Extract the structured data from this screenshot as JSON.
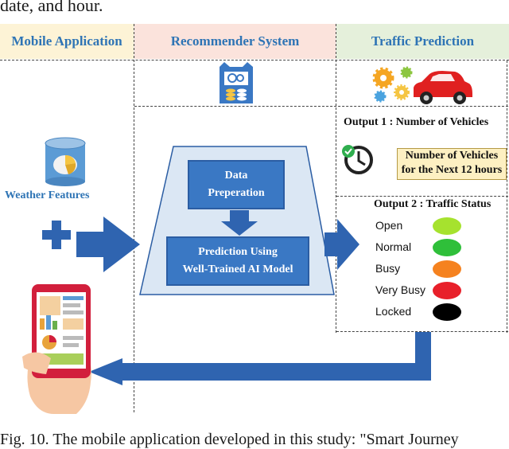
{
  "intro_fragment": "date, and hour.",
  "columns": {
    "mobile": "Mobile Application",
    "recommender": "Recommender System",
    "traffic": "Traffic Prediction"
  },
  "weather_label": "Weather Features",
  "process": {
    "step1_line1": "Data",
    "step1_line2": "Preperation",
    "step2_line1": "Prediction Using",
    "step2_line2": "Well-Trained AI Model"
  },
  "output1": {
    "title": "Output 1 : Number of Vehicles",
    "box_line1": "Number of Vehicles",
    "box_line2": "for the Next 12 hours"
  },
  "output2": {
    "title": "Output 2 : Traffic Status",
    "statuses": [
      {
        "label": "Open",
        "color": "#a6e22e"
      },
      {
        "label": "Normal",
        "color": "#2fbf3a"
      },
      {
        "label": "Busy",
        "color": "#f5821f"
      },
      {
        "label": "Very Busy",
        "color": "#e8202a"
      },
      {
        "label": "Locked",
        "color": "#000000"
      }
    ]
  },
  "caption_fragment": "Fig. 10. The mobile application developed in this study: \"Smart Journey"
}
